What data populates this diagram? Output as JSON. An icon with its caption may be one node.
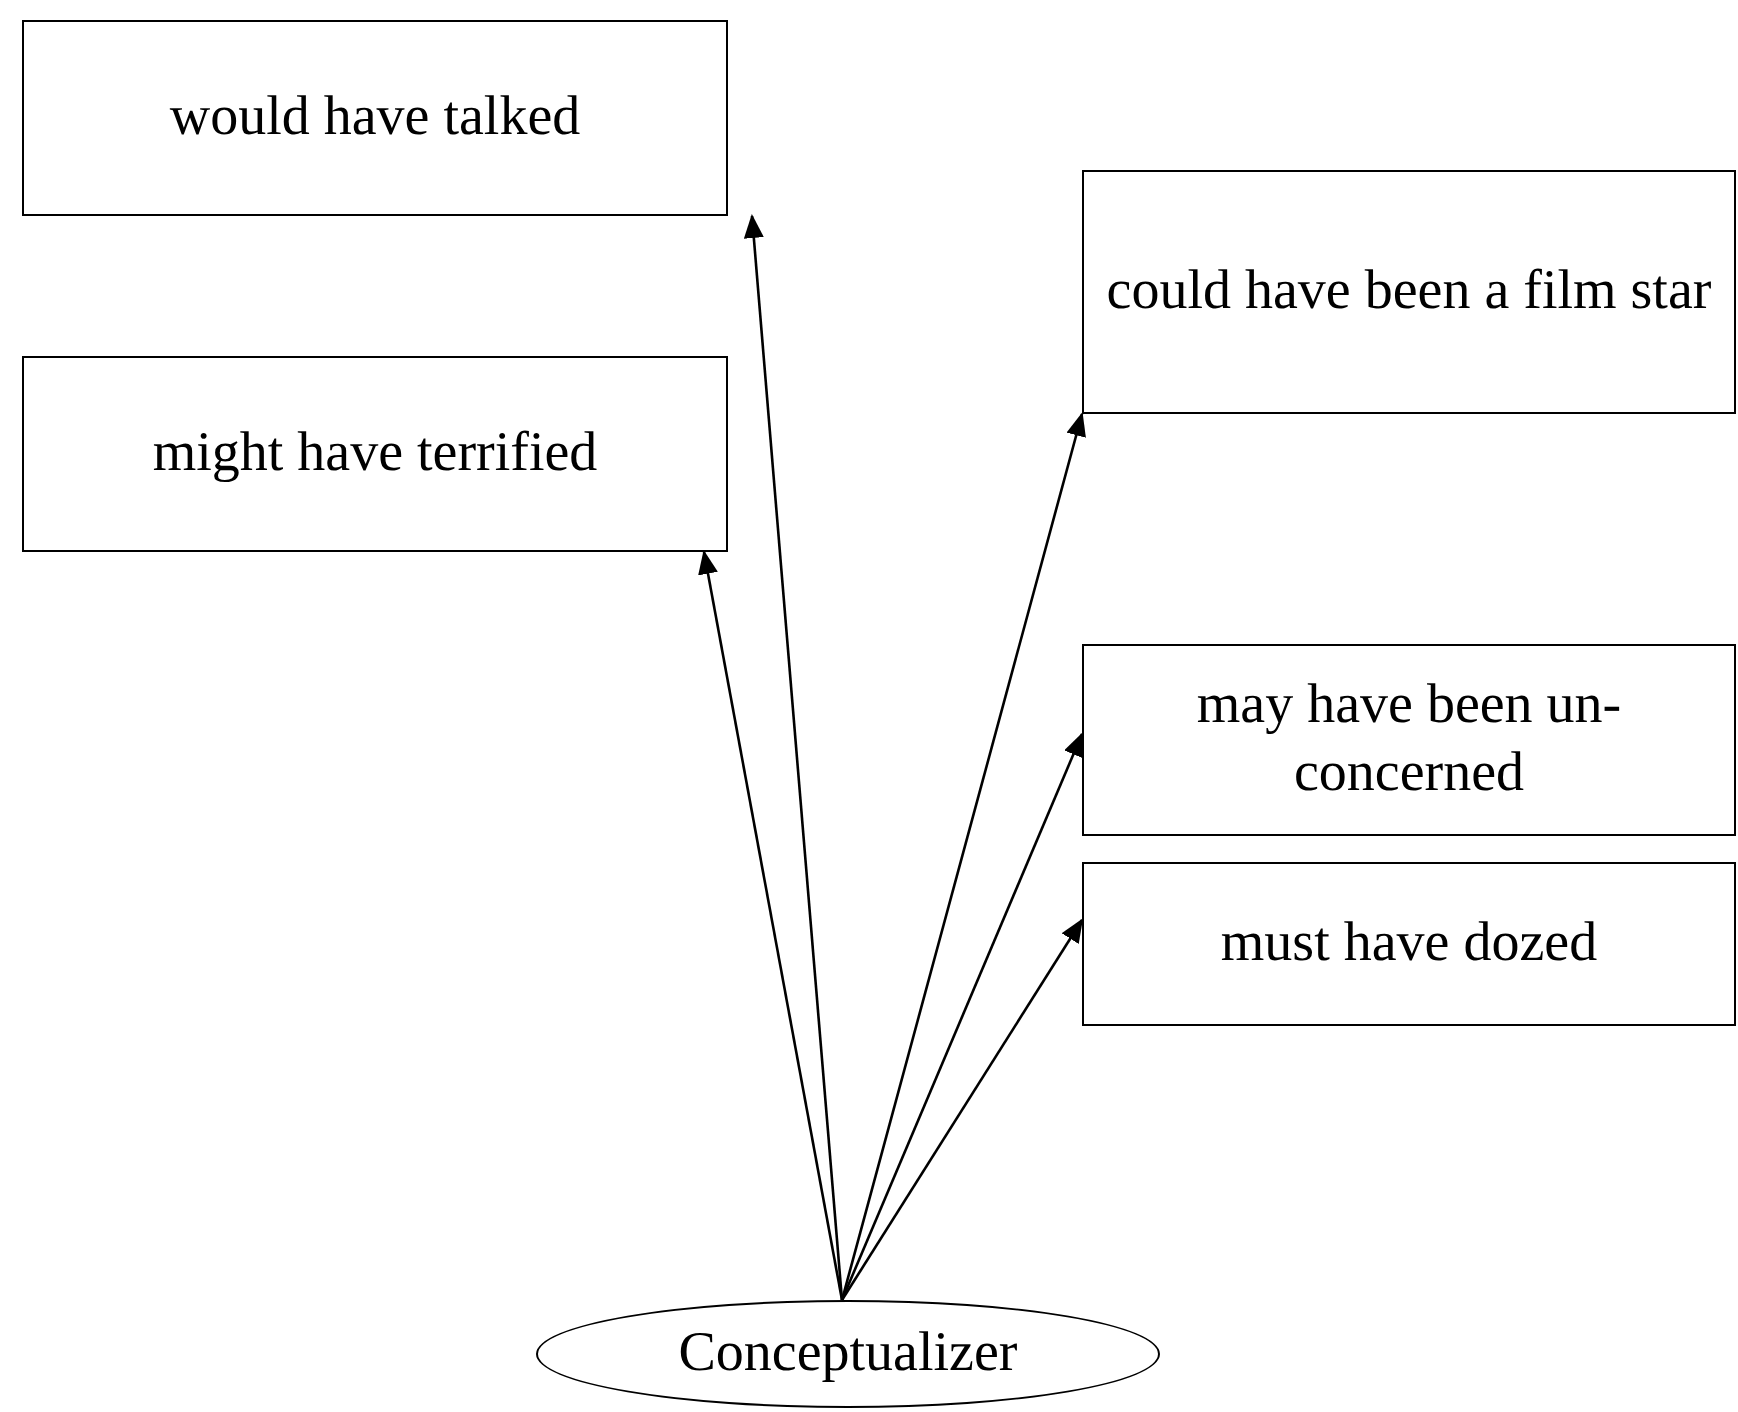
{
  "diagram": {
    "nodes": [
      {
        "text": [
          "would have talked"
        ]
      },
      {
        "text": [
          "might have terrified"
        ]
      },
      {
        "text": [
          "could have been a film star"
        ]
      },
      {
        "text": [
          "may have been un- concerned"
        ]
      },
      {
        "text": [
          "must have dozed"
        ]
      },
      {
        "text": [
          "Conceptualizer"
        ]
      }
    ],
    "edges": [
      {
        "from": 5,
        "to": 0,
        "arrow": "to"
      },
      {
        "from": 5,
        "to": 1,
        "arrow": "to"
      },
      {
        "from": 5,
        "to": 2,
        "arrow": "to"
      },
      {
        "from": 5,
        "to": 3,
        "arrow": "to"
      },
      {
        "from": 5,
        "to": 4,
        "arrow": "to"
      }
    ]
  }
}
